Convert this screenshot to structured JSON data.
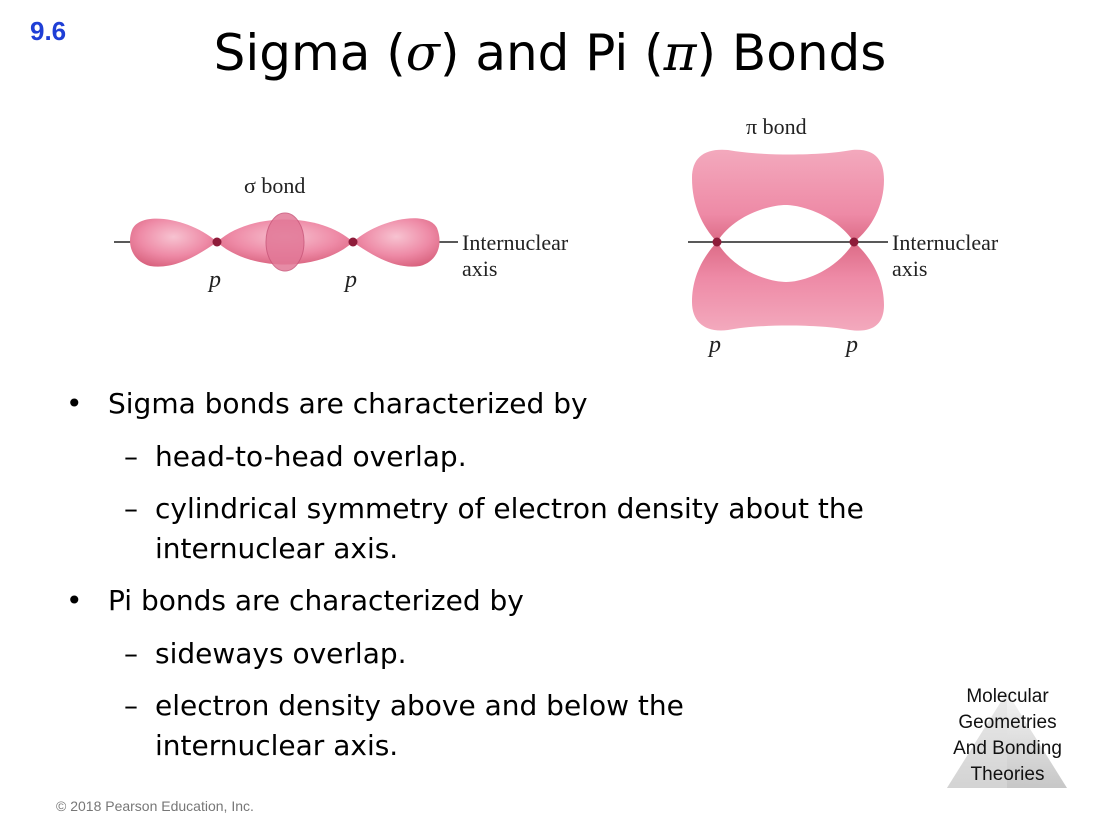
{
  "slide": {
    "section": "9.6",
    "title_prefix": "Sigma (",
    "title_sigma": "σ",
    "title_middle": ") and Pi (",
    "title_pi": "π",
    "title_suffix": ") Bonds"
  },
  "figure": {
    "sigma_label": "σ bond",
    "pi_label": "π bond",
    "axis_label_line1": "Internuclear",
    "axis_label_line2": "axis",
    "orbital_label": "p",
    "lobe_color": "#ee8aa6",
    "nucleus_color": "#8e1c3a"
  },
  "bullets": [
    {
      "text": "Sigma bonds are characterized by",
      "sub": [
        {
          "line1": "head-to-head overlap.",
          "line2": ""
        },
        {
          "line1": "cylindrical symmetry of electron density about the",
          "line2": "internuclear axis."
        }
      ]
    },
    {
      "text": "Pi bonds are characterized by",
      "sub": [
        {
          "line1": "sideways overlap.",
          "line2": ""
        },
        {
          "line1": "electron density above and below the",
          "line2": "internuclear axis."
        }
      ]
    }
  ],
  "bullet_mark": "•",
  "sub_mark": "–",
  "badge": {
    "line1": "Molecular",
    "line2": "Geometries",
    "line3": "And Bonding",
    "line4": "Theories"
  },
  "footer": "© 2018 Pearson Education, Inc."
}
